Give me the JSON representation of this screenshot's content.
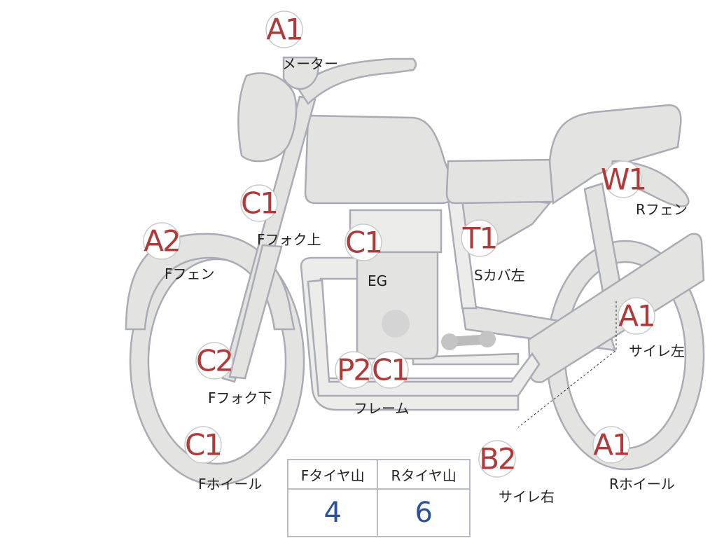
{
  "parts": [
    {
      "id": "meter",
      "code": "A1",
      "label": "メーター"
    },
    {
      "id": "f-fork-upper",
      "code": "C1",
      "label": "Fフォク上"
    },
    {
      "id": "f-fender",
      "code": "A2",
      "label": "Fフェン"
    },
    {
      "id": "engine",
      "code": "C1",
      "label": "EG"
    },
    {
      "id": "s-cover-left",
      "code": "T1",
      "label": "Sカバ左"
    },
    {
      "id": "r-fender",
      "code": "W1",
      "label": "Rフェン"
    },
    {
      "id": "muffler-left",
      "code": "A1",
      "label": "サイレ左"
    },
    {
      "id": "f-fork-lower",
      "code": "C2",
      "label": "Fフォク下"
    },
    {
      "id": "frame",
      "code": "P2 C1",
      "codes": [
        "P2",
        "C1"
      ],
      "label": "フレーム"
    },
    {
      "id": "f-wheel",
      "code": "C1",
      "label": "Fホイール"
    },
    {
      "id": "muffler-right",
      "code": "B2",
      "label": "サイレ右"
    },
    {
      "id": "r-wheel",
      "code": "A1",
      "label": "Rホイール"
    }
  ],
  "tread_table": {
    "headers": [
      "Fタイヤ山",
      "Rタイヤ山"
    ],
    "values": [
      "4",
      "6"
    ]
  },
  "colors": {
    "part_fill": "#e3e3e1",
    "outline": "#a9abb5",
    "badge_text": "#b03a3a",
    "value_text": "#2e4f9a"
  }
}
